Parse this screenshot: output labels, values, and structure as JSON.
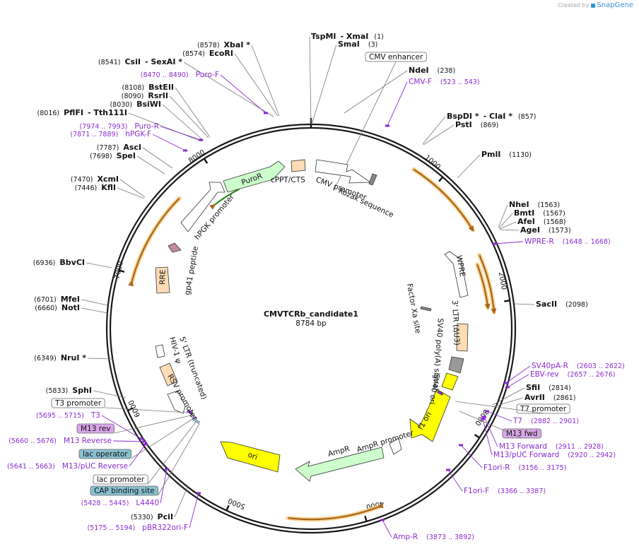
{
  "brand": {
    "prefix": "Created by",
    "name": "SnapGene"
  },
  "plasmid": {
    "name": "CMVTCRb_candidate1",
    "length_label": "8784 bp"
  },
  "ruler": [
    {
      "label": "1000"
    },
    {
      "label": "2000"
    },
    {
      "label": "3000"
    },
    {
      "label": "4000"
    },
    {
      "label": "5000"
    },
    {
      "label": "6000"
    },
    {
      "label": "7000"
    },
    {
      "label": "8000"
    }
  ],
  "sites": [
    {
      "name": "TspMI",
      "suffix": "- XmaI",
      "pos": "(1)"
    },
    {
      "name": "SmaI",
      "suffix": "",
      "pos": "(3)"
    },
    {
      "name": "NdeI",
      "suffix": "",
      "pos": "(238)"
    },
    {
      "name": "BspDI *",
      "suffix": "- ClaI *",
      "pos": "(857)"
    },
    {
      "name": "PstI",
      "suffix": "",
      "pos": "(869)"
    },
    {
      "name": "PmlI",
      "suffix": "",
      "pos": "(1130)"
    },
    {
      "name": "NheI",
      "suffix": "",
      "pos": "(1563)"
    },
    {
      "name": "BmtI",
      "suffix": "",
      "pos": "(1567)"
    },
    {
      "name": "AfeI",
      "suffix": "",
      "pos": "(1568)"
    },
    {
      "name": "AgeI",
      "suffix": "",
      "pos": "(1573)"
    },
    {
      "name": "SacII",
      "suffix": "",
      "pos": "(2098)"
    },
    {
      "name": "SfiI",
      "suffix": "",
      "pos": "(2814)"
    },
    {
      "name": "AvrII",
      "suffix": "",
      "pos": "(2861)"
    },
    {
      "name": "PciI",
      "suffix": "",
      "pos": "(5330)"
    },
    {
      "name": "SphI",
      "suffix": "",
      "pos": "(5833)"
    },
    {
      "name": "NruI *",
      "suffix": "",
      "pos": "(6349)"
    },
    {
      "name": "NotI",
      "suffix": "",
      "pos": "(6660)"
    },
    {
      "name": "MfeI",
      "suffix": "",
      "pos": "(6701)"
    },
    {
      "name": "BbvCI",
      "suffix": "",
      "pos": "(6936)"
    },
    {
      "name": "KflI",
      "suffix": "",
      "pos": "(7446)"
    },
    {
      "name": "XcmI",
      "suffix": "",
      "pos": "(7470)"
    },
    {
      "name": "SpeI",
      "suffix": "",
      "pos": "(7698)"
    },
    {
      "name": "AscI",
      "suffix": "",
      "pos": "(7787)"
    },
    {
      "name": "PflFI",
      "suffix": "- Tth111I",
      "pos": "(8016)"
    },
    {
      "name": "BsiWI",
      "suffix": "",
      "pos": "(8030)"
    },
    {
      "name": "RsrII",
      "suffix": "",
      "pos": "(8090)"
    },
    {
      "name": "BstEII",
      "suffix": "",
      "pos": "(8108)"
    },
    {
      "name": "CsiI",
      "suffix": "- SexAI *",
      "pos": "(8541)"
    },
    {
      "name": "EcoRI",
      "suffix": "",
      "pos": "(8574)"
    },
    {
      "name": "XbaI *",
      "suffix": "",
      "pos": "(8578)"
    }
  ],
  "primers": [
    {
      "name": "CMV-F",
      "range": "(523 .. 543)"
    },
    {
      "name": "WPRE-R",
      "range": "(1648 .. 1668)"
    },
    {
      "name": "SV40pA-R",
      "range": "(2603 .. 2622)"
    },
    {
      "name": "EBV-rev",
      "range": "(2657 .. 2676)"
    },
    {
      "name": "T7",
      "range": "(2882 .. 2901)"
    },
    {
      "name": "M13 Forward",
      "range": "(2911 .. 2928)"
    },
    {
      "name": "M13/pUC Forward",
      "range": "(2920 .. 2942)"
    },
    {
      "name": "F1ori-R",
      "range": "(3156 .. 3175)"
    },
    {
      "name": "F1ori-F",
      "range": "(3366 .. 3387)"
    },
    {
      "name": "Amp-R",
      "range": "(3873 .. 3892)"
    },
    {
      "name": "pBR322ori-F",
      "range": "(5175 .. 5194)"
    },
    {
      "name": "L4440",
      "range": "(5428 .. 5445)"
    },
    {
      "name": "M13/pUC Reverse",
      "range": "(5641 .. 5663)"
    },
    {
      "name": "M13 Reverse",
      "range": "(5660 .. 5676)"
    },
    {
      "name": "T3",
      "range": "(5695 .. 5715)"
    },
    {
      "name": "hPGK-F",
      "range": "(7871 .. 7889)"
    },
    {
      "name": "Puro-R",
      "range": "(7974 .. 7993)"
    },
    {
      "name": "Puro-F",
      "range": "(8470 .. 8490)"
    }
  ],
  "boxed_features": [
    {
      "name": "CMV enhancer"
    },
    {
      "name": "T7 promoter"
    },
    {
      "name": "M13 fwd"
    },
    {
      "name": "T3 promoter"
    },
    {
      "name": "M13 rev"
    },
    {
      "name": "lac operator"
    },
    {
      "name": "lac promoter"
    },
    {
      "name": "CAP binding site"
    }
  ],
  "features": [
    {
      "name": "CMV promoter"
    },
    {
      "name": "Kozak sequence"
    },
    {
      "name": "cPPT/CTS"
    },
    {
      "name": "PuroR"
    },
    {
      "name": "hPGK promoter"
    },
    {
      "name": "gp41 peptide"
    },
    {
      "name": "RRE"
    },
    {
      "name": "WPRE"
    },
    {
      "name": "Factor Xa site"
    },
    {
      "name": "3' LTR (ΔU3)"
    },
    {
      "name": "SV40 poly(A) signal"
    },
    {
      "name": "SV40 ori"
    },
    {
      "name": "f1 ori"
    },
    {
      "name": "AmpR promoter"
    },
    {
      "name": "AmpR"
    },
    {
      "name": "ori"
    },
    {
      "name": "RSV promoter"
    },
    {
      "name": "5' LTR (truncated)"
    },
    {
      "name": "HIV-1 ψ"
    }
  ],
  "colors": {
    "backbone": "#1a1a1a",
    "primer": "#8c2bd1",
    "orf_fill": "#f2f2f2",
    "orf_stroke": "#e39a2b",
    "orf_arrow": "#a86416",
    "promoter": "#ffffff",
    "marker": "#ccffcc",
    "origin": "#ffff00",
    "misc": "#ffdcb4",
    "lac": "#88c0d0",
    "m13": "#d9a6e8"
  }
}
